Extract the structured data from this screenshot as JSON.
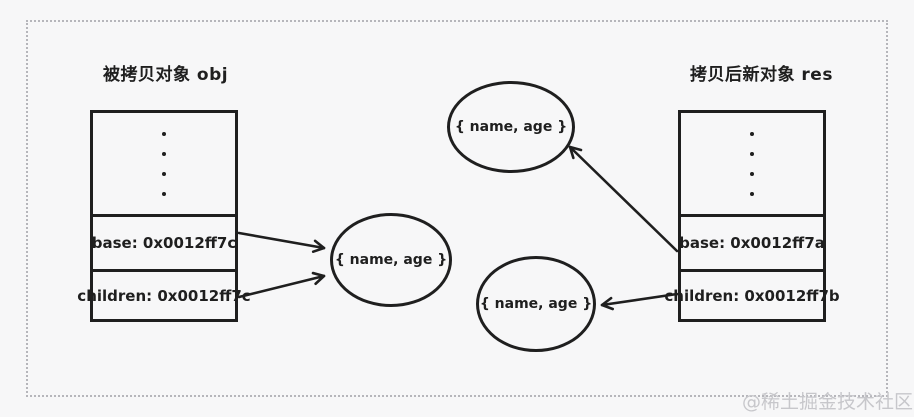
{
  "colors": {
    "background": "#f7f7f8",
    "line": "#1f1f1f",
    "frame_dots": "#b6b6bb",
    "watermark": "#c7c7cb"
  },
  "titles": {
    "left": "被拷贝对象 obj",
    "right": "拷贝后新对象 res"
  },
  "source_box": {
    "rows": [
      "base: 0x0012ff7c",
      "children: 0x0012ff7c"
    ]
  },
  "result_box": {
    "rows": [
      "base: 0x0012ff7a",
      "children: 0x0012ff7b"
    ]
  },
  "ellipses": {
    "shared": "{ name, age }",
    "copied_base": "{ name, age }",
    "copied_children": "{ name, age }"
  },
  "watermark": "@稀土掘金技术社区"
}
